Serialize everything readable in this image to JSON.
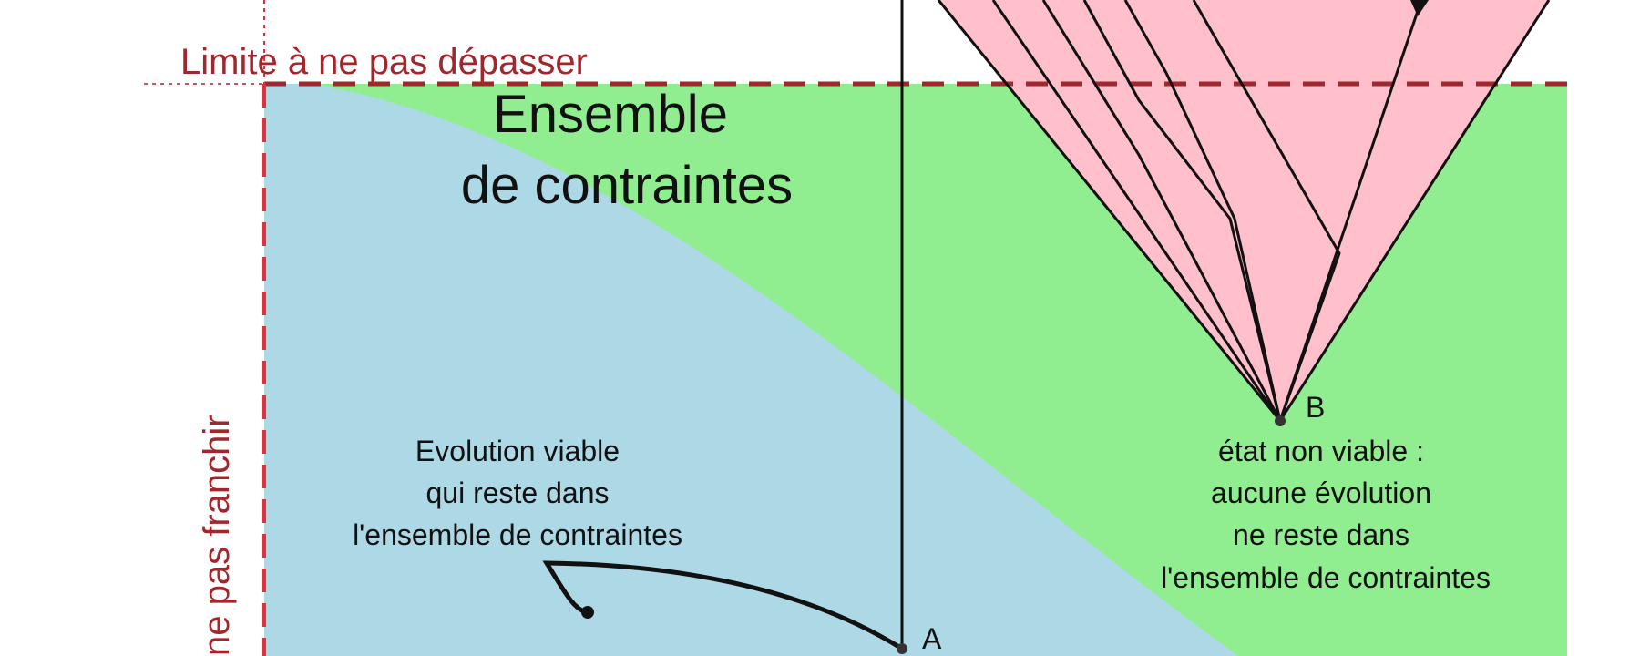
{
  "colors": {
    "limit_red": "#a0282d",
    "axis_red": "#e0303a",
    "viable_blue": "#add8e6",
    "constraint_green": "#90ee90",
    "nonviable_pink": "#ffc0cb",
    "ink": "#111111"
  },
  "labels": {
    "top_limit": "Limite à ne pas dépasser",
    "left_limit": "ne pas franchir",
    "constraint_set_line1": "Ensemble",
    "constraint_set_line2": "de contraintes",
    "viable_caption": [
      "Evolution viable",
      "qui reste dans",
      "l'ensemble de contraintes"
    ],
    "nonviable_caption": [
      "état non viable :",
      "aucune évolution",
      "ne reste dans",
      "l'ensemble de contraintes"
    ],
    "point_a": "A",
    "point_b": "B"
  }
}
